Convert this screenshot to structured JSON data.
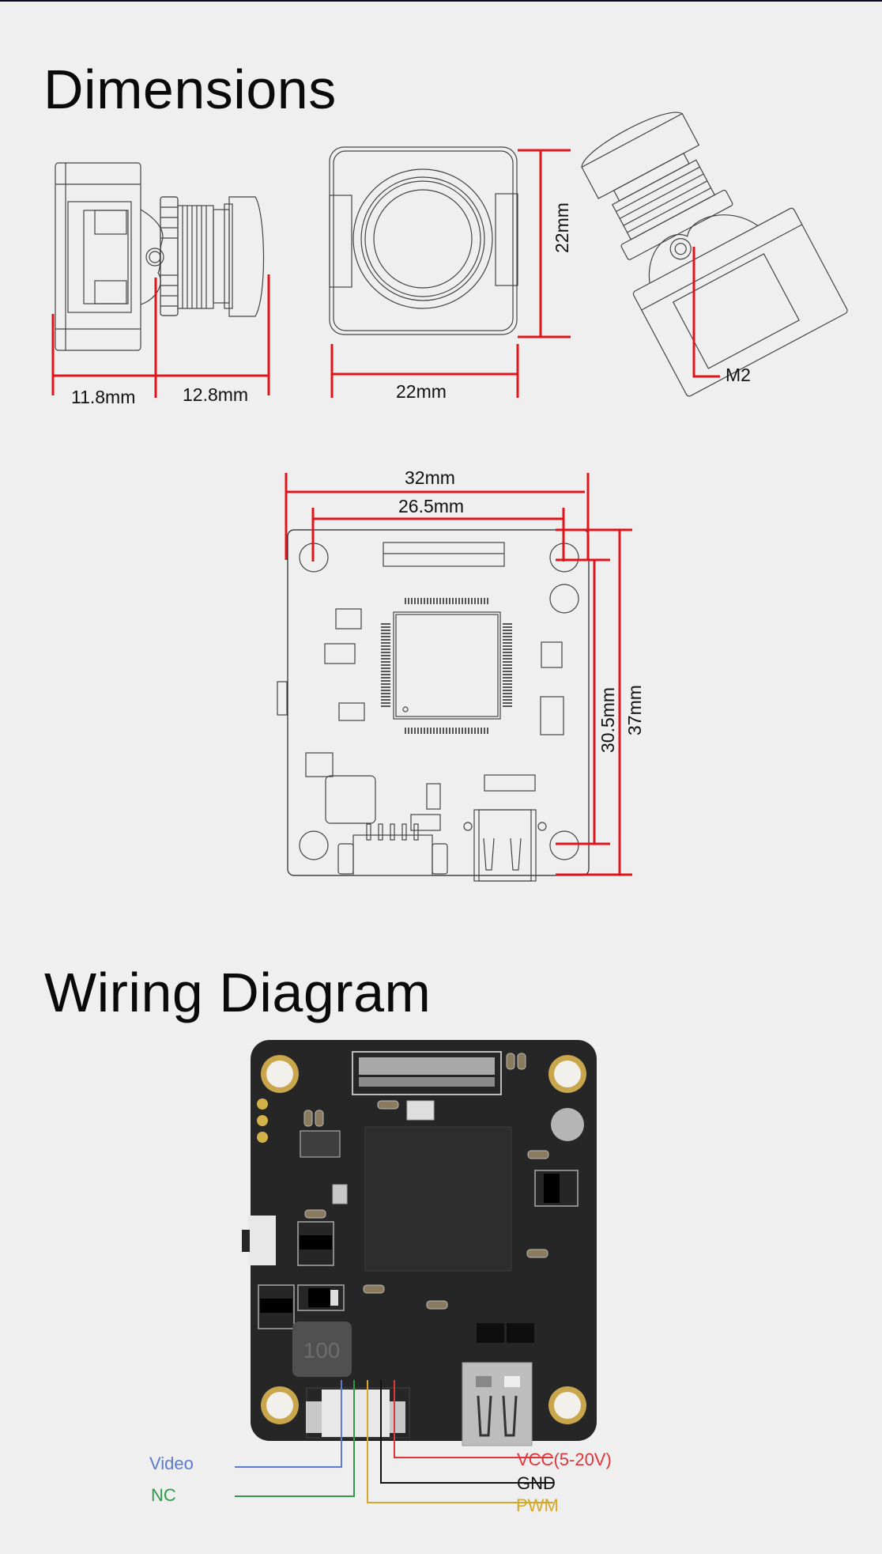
{
  "sections": {
    "dimensions_title": "Dimensions",
    "wiring_title": "Wiring Diagram"
  },
  "dimensions": {
    "side_view": {
      "body_length": "11.8mm",
      "lens_length": "12.8mm"
    },
    "front_view": {
      "width": "22mm",
      "height": "22mm"
    },
    "iso_view": {
      "screw_label": "M2"
    },
    "board": {
      "width": "32mm",
      "hole_spacing_x": "26.5mm",
      "hole_spacing_y": "30.5mm",
      "height": "37mm"
    }
  },
  "board_marking": {
    "inductor_label": "100"
  },
  "wiring": {
    "pins": [
      {
        "label": "Video",
        "color": "#5b7bd0",
        "side": "left"
      },
      {
        "label": "NC",
        "color": "#2e9a4a",
        "side": "left"
      },
      {
        "label": "PWM",
        "color": "#d4a829",
        "side": "right"
      },
      {
        "label": "GND",
        "color": "#111111",
        "side": "right"
      },
      {
        "label": "VCC(5-20V)",
        "color": "#e0353b",
        "side": "right"
      }
    ]
  },
  "colors": {
    "dimension_line": "#e0141b",
    "background": "#efefef",
    "board": "#262626"
  }
}
